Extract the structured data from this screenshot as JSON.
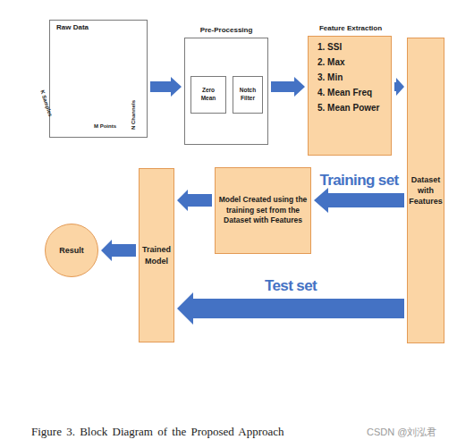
{
  "diagram": {
    "caption": "Figure 3. Block Diagram of the Proposed Approach",
    "nodes": [
      {
        "text": [
          "Raw Data"
        ]
      },
      {
        "text": [
          "Pre-Processing"
        ]
      },
      {
        "text": [
          "Zero Mean"
        ],
        "in": 1
      },
      {
        "text": [
          "Notch Filter"
        ],
        "in": 1
      },
      {
        "text": [
          "Feature Extraction",
          "1. SSI",
          "2. Max",
          "3. Min",
          "4. Mean Freq",
          "5. Mean Power"
        ]
      },
      {
        "text": [
          "Dataset with Features"
        ]
      },
      {
        "text": [
          "Model Created using the training set from the Dataset with Features"
        ]
      },
      {
        "text": [
          "Trained Model"
        ]
      },
      {
        "text": [
          "Result"
        ]
      }
    ],
    "edges": [
      {
        "from": 0,
        "to": 1,
        "arrow": "to"
      },
      {
        "from": 1,
        "to": 4,
        "arrow": "to"
      },
      {
        "from": 4,
        "to": 5,
        "arrow": "to"
      },
      {
        "from": 5,
        "to": 6,
        "label": "Training set",
        "arrow": "to"
      },
      {
        "from": 6,
        "to": 7,
        "arrow": "to"
      },
      {
        "from": 7,
        "to": 8,
        "arrow": "to"
      },
      {
        "from": 5,
        "to": 7,
        "label": "Test set",
        "arrow": "to"
      }
    ],
    "labels": [
      "N Channels",
      "M Points",
      "K Samples",
      "CSDN @刘泓君"
    ]
  }
}
